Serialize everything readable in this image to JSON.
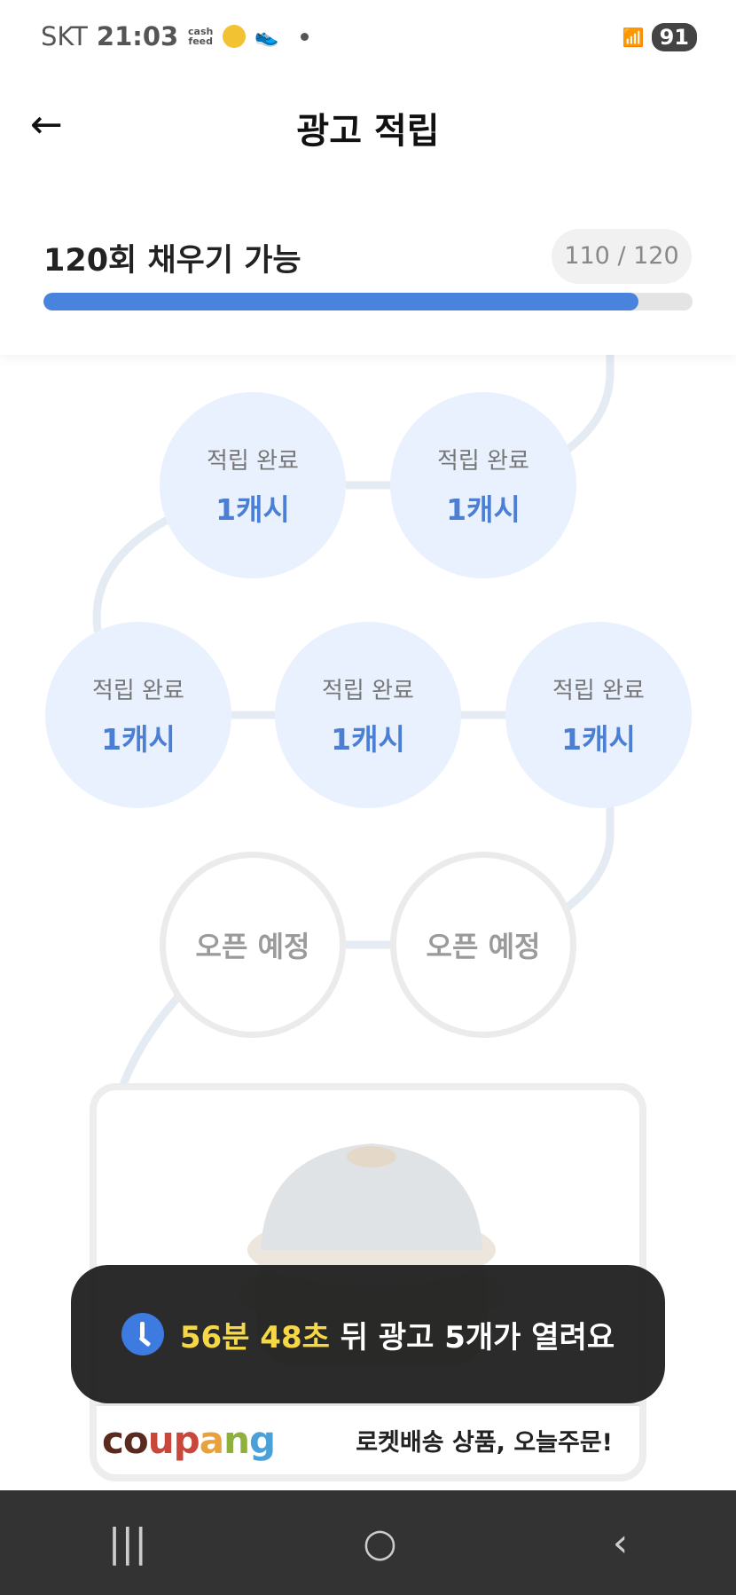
{
  "status_bar": {
    "carrier": "SKT",
    "time": "21:03",
    "app_badge": "cash feed",
    "battery": "91"
  },
  "header": {
    "title": "광고 적립",
    "back_icon": "arrow-left-icon"
  },
  "progress": {
    "label": "120회 채우기 가능",
    "count": "110 / 120",
    "current": 110,
    "total": 120,
    "color": "#4a83de"
  },
  "nodes": [
    {
      "status": "적립 완료",
      "reward": "1캐시"
    },
    {
      "status": "적립 완료",
      "reward": "1캐시"
    },
    {
      "status": "적립 완료",
      "reward": "1캐시"
    },
    {
      "status": "적립 완료",
      "reward": "1캐시"
    },
    {
      "status": "적립 완료",
      "reward": "1캐시"
    },
    {
      "status": "오픈 예정"
    },
    {
      "status": "오픈 예정"
    }
  ],
  "ad": {
    "brand": "coupang",
    "text": "로켓배송 상품, 오늘주문!"
  },
  "toast": {
    "time": "56분 48초",
    "message": " 뒤 광고 5개가 열려요"
  },
  "nav": {
    "recents": "|||",
    "home": "○",
    "back": "‹"
  }
}
